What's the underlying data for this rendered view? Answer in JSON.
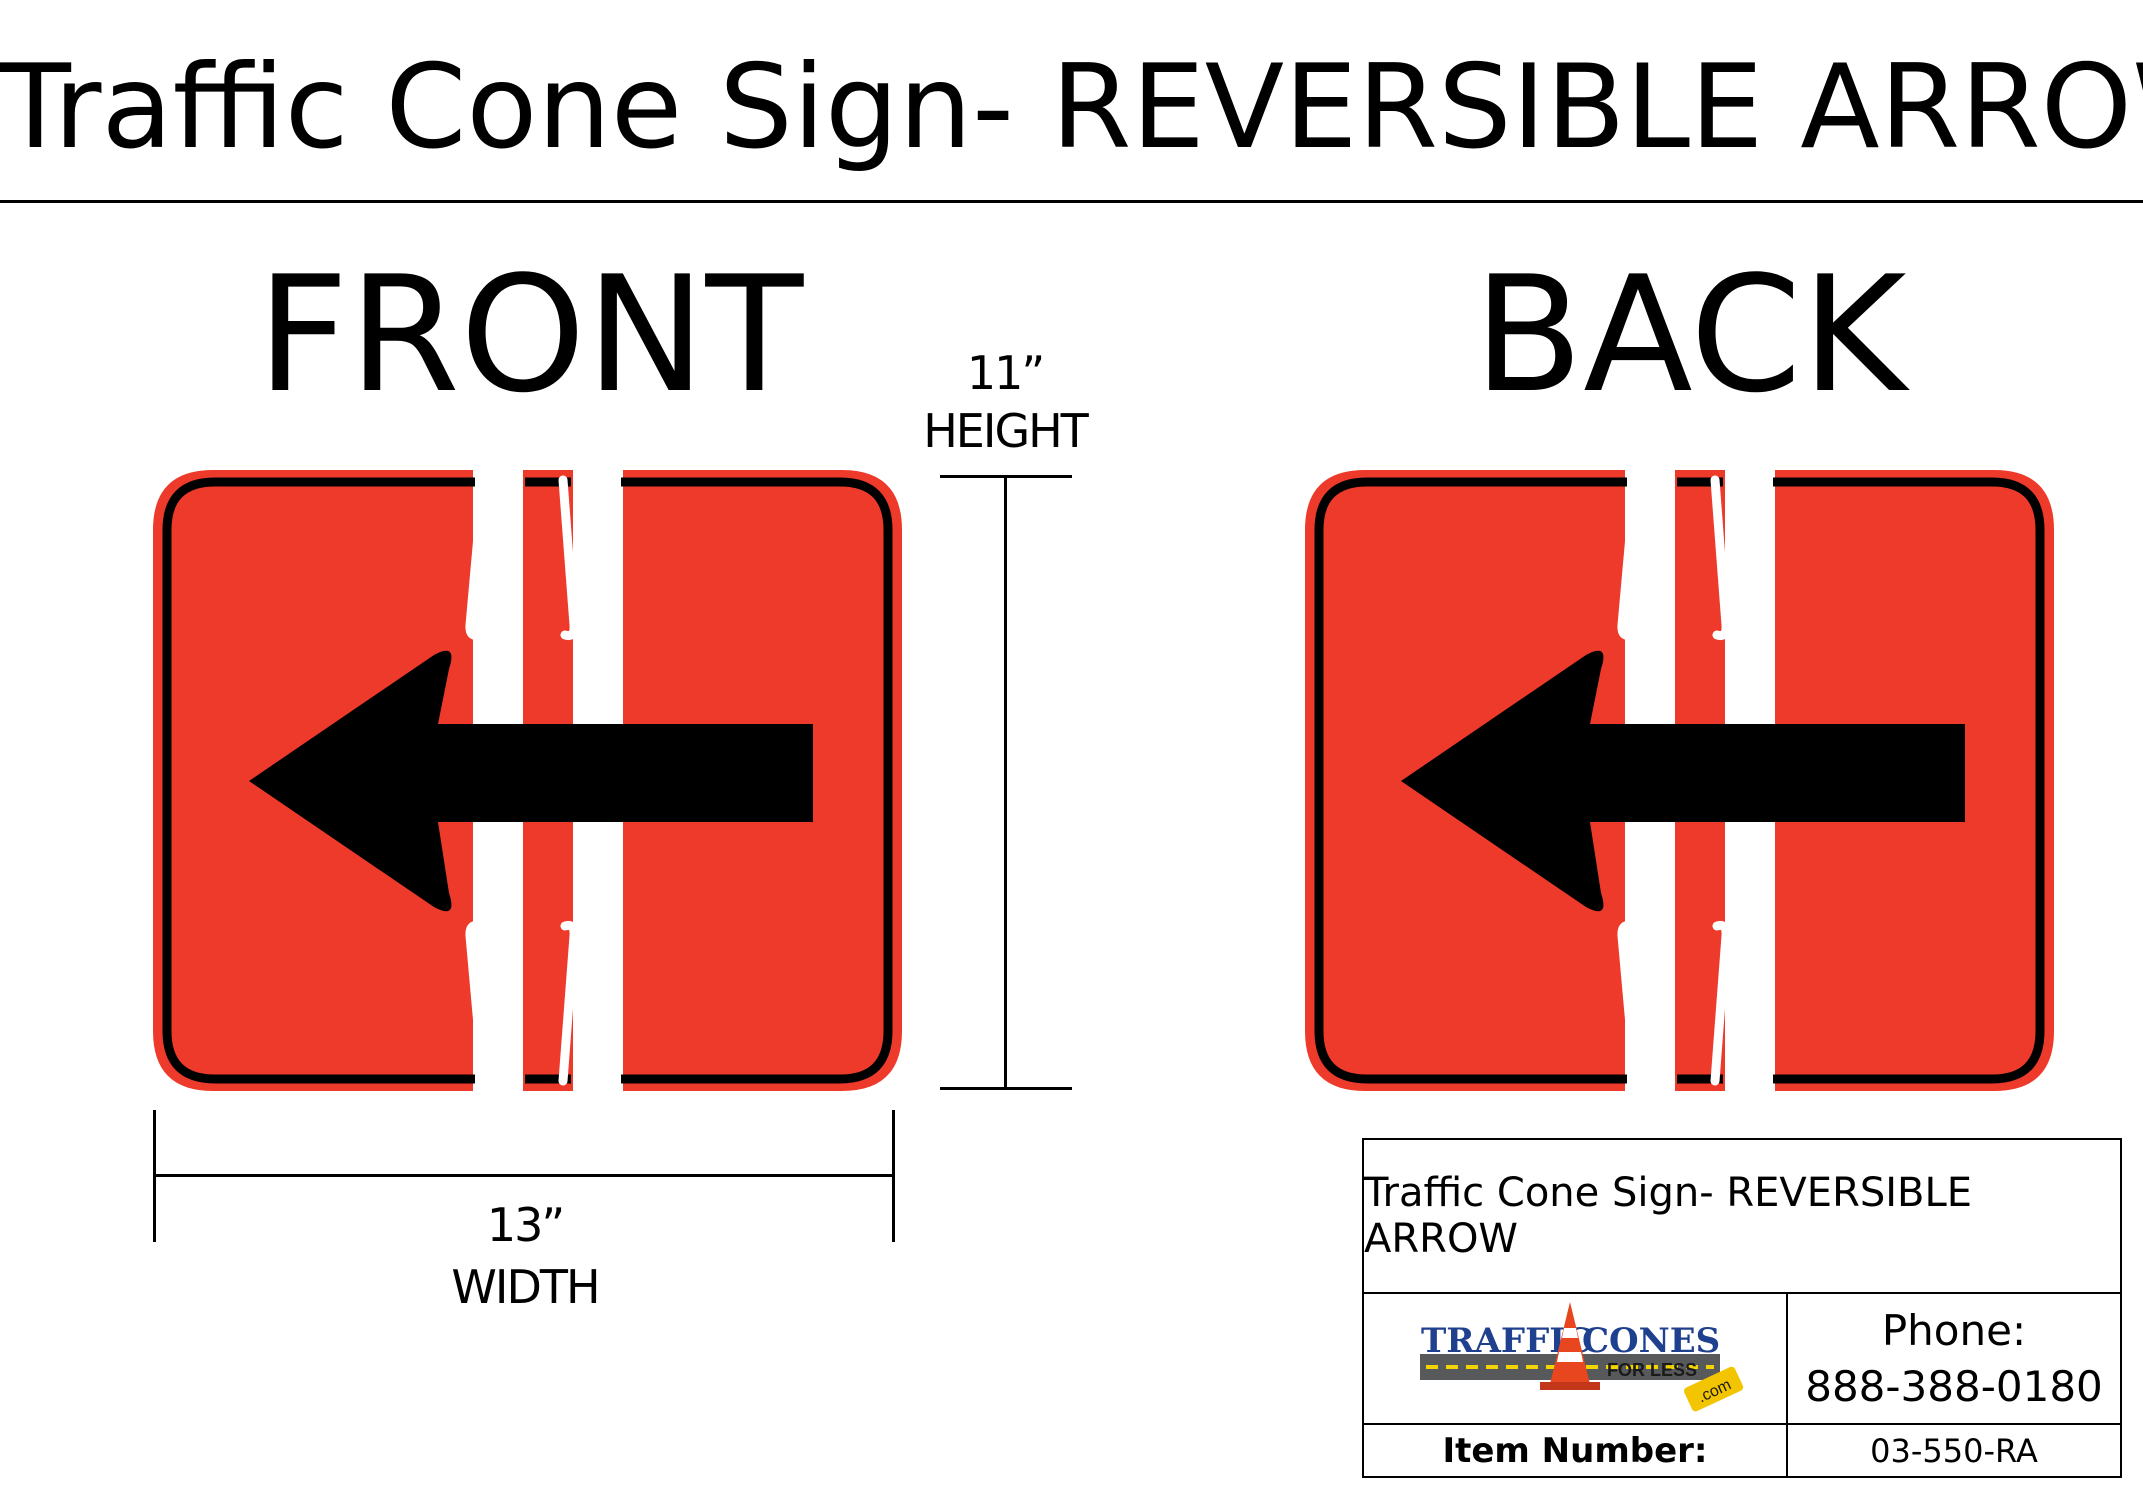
{
  "title": "Traffic Cone Sign- REVERSIBLE ARROW",
  "front_heading": "FRONT",
  "back_heading": "BACK",
  "dimensions": {
    "height_value": "11”",
    "height_label": "HEIGHT",
    "width_value": "13”",
    "width_label": "WIDTH"
  },
  "sign": {
    "fill_color": "#ee3a2a",
    "border_color": "#000000",
    "arrow_color": "#000000",
    "arrow_direction": "left"
  },
  "info_box": {
    "title": "Traffic Cone Sign- REVERSIBLE ARROW",
    "logo": {
      "word1": "TRAFFIC",
      "word2": "CONES",
      "tagline": "FOR LESS",
      "domain": ".com"
    },
    "phone_label": "Phone:",
    "phone_number": "888-388-0180",
    "item_number_label": "Item Number:",
    "item_number": "03-550-RA"
  }
}
